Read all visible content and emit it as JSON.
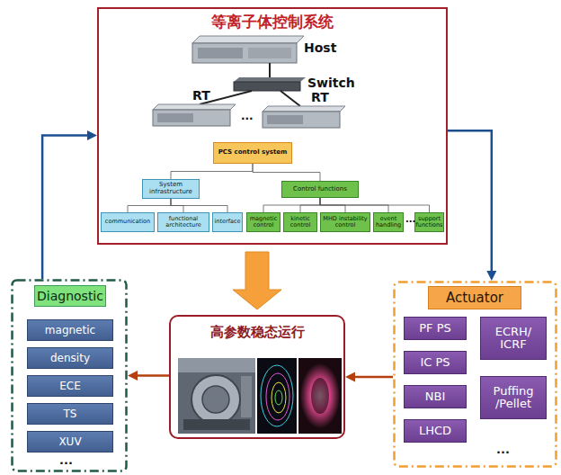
{
  "diagram": {
    "nodes": [
      {
        "text": [
          "等离子体控制系统"
        ]
      },
      {
        "text": [
          "PCS control system"
        ],
        "in": 0
      },
      {
        "text": [
          "System infrastructure"
        ],
        "in": 0
      },
      {
        "text": [
          "Control functions"
        ],
        "in": 0
      },
      {
        "text": [
          "communication"
        ],
        "in": 0
      },
      {
        "text": [
          "functional architecture"
        ],
        "in": 0
      },
      {
        "text": [
          "interface"
        ],
        "in": 0
      },
      {
        "text": [
          "magnetic control"
        ],
        "in": 0
      },
      {
        "text": [
          "kinetic control"
        ],
        "in": 0
      },
      {
        "text": [
          "MHD instability control"
        ],
        "in": 0
      },
      {
        "text": [
          "event handling"
        ],
        "in": 0
      },
      {
        "text": [
          "support functions"
        ],
        "in": 0
      },
      {
        "text": [
          "Diagnostic"
        ]
      },
      {
        "text": [
          "magnetic"
        ],
        "in": 12
      },
      {
        "text": [
          "density"
        ],
        "in": 12
      },
      {
        "text": [
          "ECE"
        ],
        "in": 12
      },
      {
        "text": [
          "TS"
        ],
        "in": 12
      },
      {
        "text": [
          "XUV"
        ],
        "in": 12
      },
      {
        "text": [
          "高参数稳态运行"
        ]
      },
      {
        "text": [
          "Actuator"
        ]
      },
      {
        "text": [
          "PF PS"
        ],
        "in": 19
      },
      {
        "text": [
          "ECRH/ ICRF"
        ],
        "in": 19
      },
      {
        "text": [
          "IC PS"
        ],
        "in": 19
      },
      {
        "text": [
          "Puffing /Pellet"
        ],
        "in": 19
      },
      {
        "text": [
          "NBI"
        ],
        "in": 19
      },
      {
        "text": [
          "LHCD"
        ],
        "in": 19
      }
    ],
    "edges": [
      {
        "from": 12,
        "to": 0,
        "arrow": "to"
      },
      {
        "from": 0,
        "to": 19,
        "arrow": "to"
      },
      {
        "from": 19,
        "to": 18,
        "arrow": "to"
      },
      {
        "from": 18,
        "to": 12,
        "arrow": "to"
      },
      {
        "from": 0,
        "to": 18,
        "arrow": "to"
      },
      {
        "from": 1,
        "to": 2,
        "arrow": "none"
      },
      {
        "from": 1,
        "to": 3,
        "arrow": "none"
      },
      {
        "from": 2,
        "to": 4,
        "arrow": "none"
      },
      {
        "from": 2,
        "to": 5,
        "arrow": "none"
      },
      {
        "from": 2,
        "to": 6,
        "arrow": "none"
      },
      {
        "from": 3,
        "to": 7,
        "arrow": "none"
      },
      {
        "from": 3,
        "to": 8,
        "arrow": "none"
      },
      {
        "from": 3,
        "to": 9,
        "arrow": "none"
      },
      {
        "from": 3,
        "to": 10,
        "arrow": "none"
      },
      {
        "from": 3,
        "to": 11,
        "arrow": "none"
      }
    ],
    "labels": [
      "Host",
      "Switch",
      "RT",
      "RT",
      "...",
      "...",
      "...",
      "..."
    ]
  }
}
